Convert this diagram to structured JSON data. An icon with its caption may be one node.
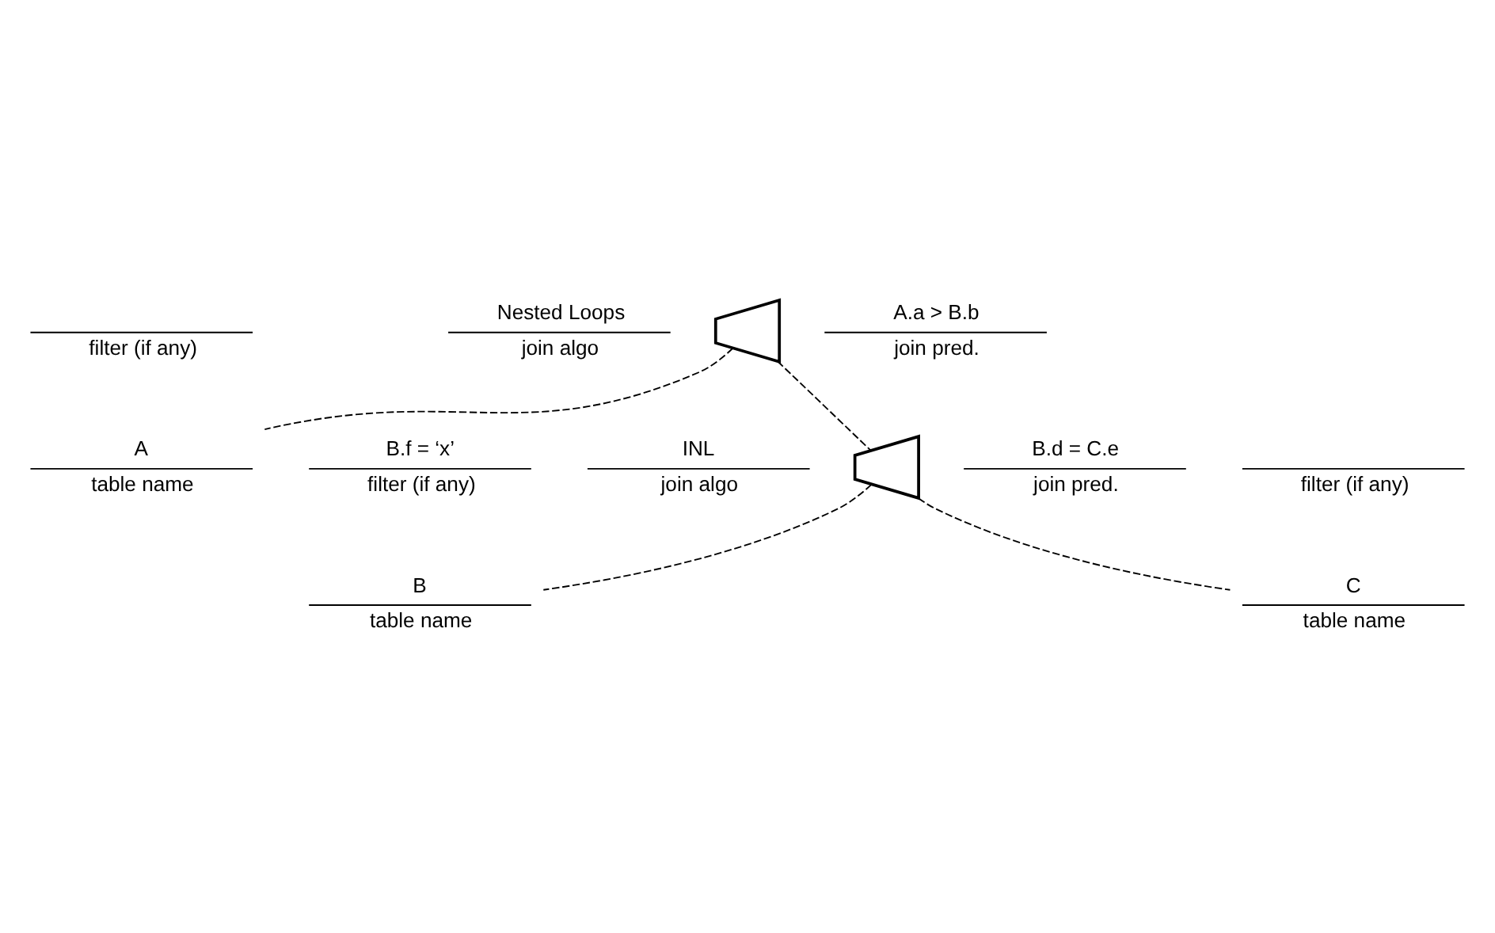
{
  "diagram": {
    "nodes": [
      {
        "text": [],
        "shape": "bowtie",
        "beside": [
          "Nested Loops",
          "join algo",
          "A.a > B.b",
          "join pred."
        ]
      },
      {
        "text": [],
        "shape": "bowtie",
        "beside": [
          "INL",
          "join algo",
          "B.d = C.e",
          "join pred."
        ]
      },
      {
        "text": [
          "A",
          "table name"
        ],
        "beside": [
          "filter (if any)"
        ]
      },
      {
        "text": [
          "B",
          "table name"
        ],
        "beside": [
          "B.f = ‘x’",
          "filter (if any)"
        ]
      },
      {
        "text": [
          "C",
          "table name"
        ],
        "beside": [
          "filter (if any)"
        ]
      }
    ],
    "edges": [
      {
        "from": 0,
        "to": 1,
        "arrow": "none",
        "style": "dashed"
      },
      {
        "from": 0,
        "to": 2,
        "arrow": "none",
        "style": "dashed"
      },
      {
        "from": 1,
        "to": 3,
        "arrow": "none",
        "style": "dashed"
      },
      {
        "from": 1,
        "to": 4,
        "arrow": "none",
        "style": "dashed"
      }
    ]
  }
}
